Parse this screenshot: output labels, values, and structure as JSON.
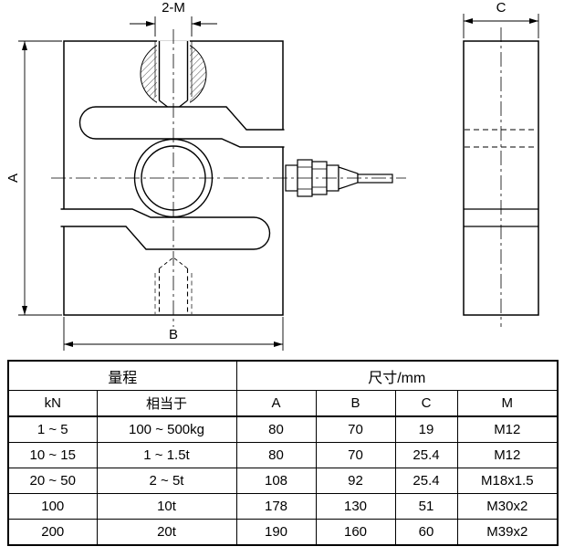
{
  "drawing": {
    "front_view": {
      "thread_label": "2-M",
      "dim_height_label": "A",
      "dim_width_label": "B"
    },
    "side_view": {
      "dim_width_label": "C"
    }
  },
  "table": {
    "headers": {
      "range": "量程",
      "size": "尺寸/mm"
    },
    "subheaders": [
      "kN",
      "相当于",
      "A",
      "B",
      "C",
      "M"
    ],
    "rows": [
      [
        "1 ~ 5",
        "100 ~ 500kg",
        "80",
        "70",
        "19",
        "M12"
      ],
      [
        "10 ~ 15",
        "1 ~ 1.5t",
        "80",
        "70",
        "25.4",
        "M12"
      ],
      [
        "20 ~ 50",
        "2 ~ 5t",
        "108",
        "92",
        "25.4",
        "M18x1.5"
      ],
      [
        "100",
        "10t",
        "178",
        "130",
        "51",
        "M30x2"
      ],
      [
        "200",
        "20t",
        "190",
        "160",
        "60",
        "M39x2"
      ]
    ]
  }
}
